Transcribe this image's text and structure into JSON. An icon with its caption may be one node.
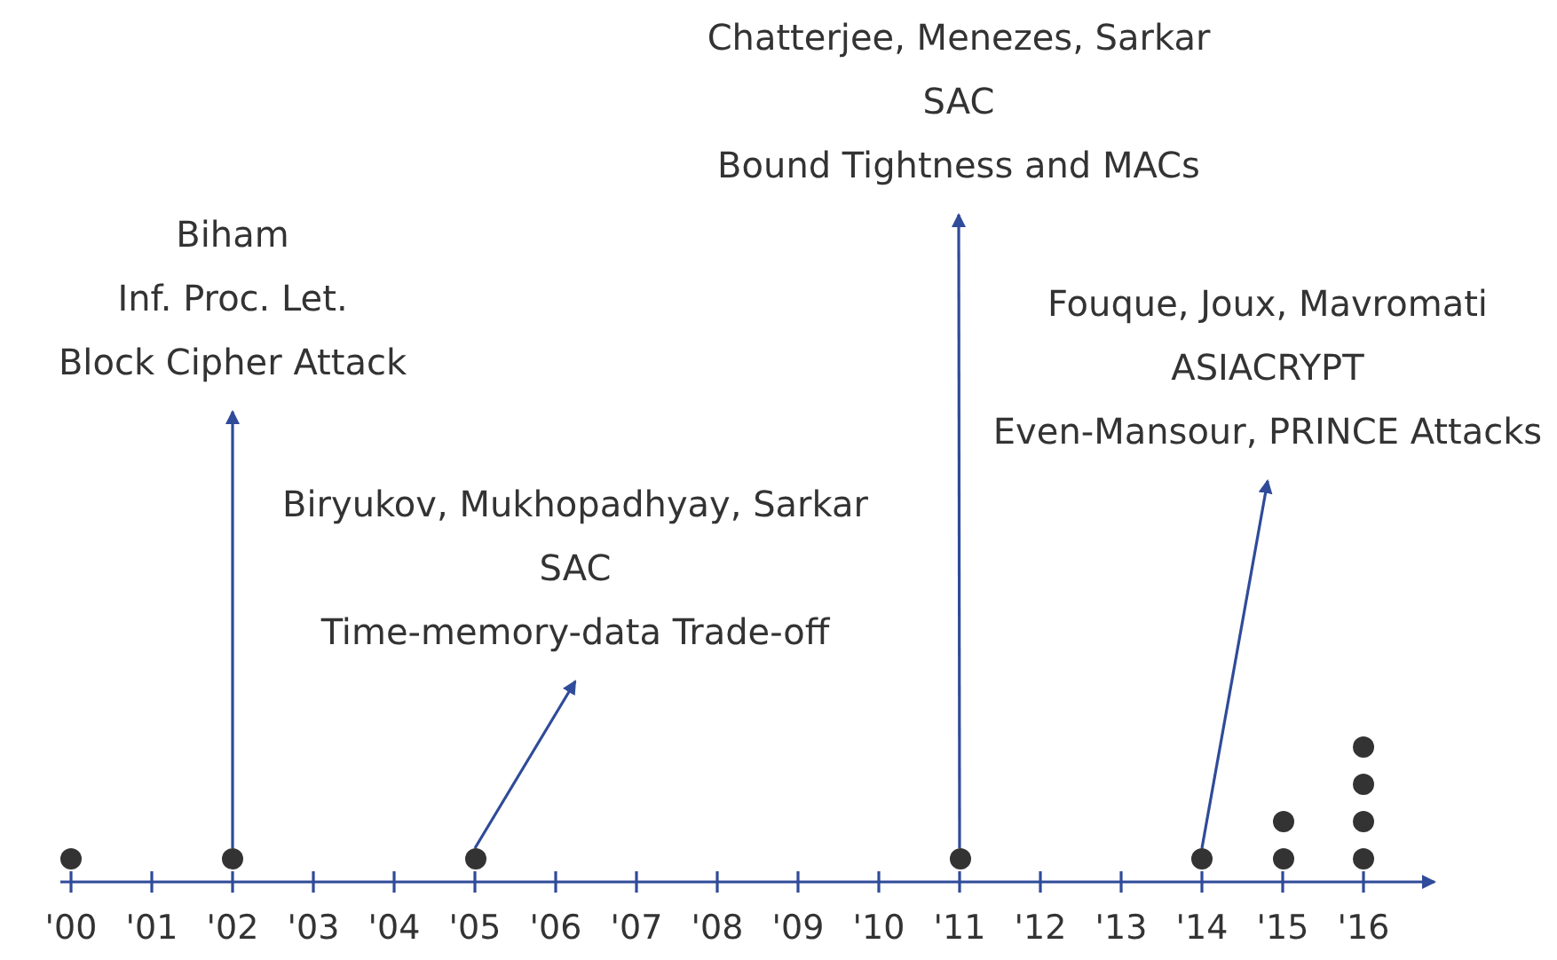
{
  "diagram": {
    "nodes": [
      {
        "text": [
          "Biham",
          "Inf. Proc. Let.",
          "Block Cipher Attack"
        ]
      },
      {
        "text": [
          "Biryukov, Mukhopadhyay, Sarkar",
          "SAC",
          "Time-memory-data Trade-off"
        ]
      },
      {
        "text": [
          "Chatterjee, Menezes, Sarkar",
          "SAC",
          "Bound Tightness and MACs"
        ]
      },
      {
        "text": [
          "Fouque, Joux, Mavromati",
          "ASIACRYPT",
          "Even-Mansour, PRINCE Attacks"
        ]
      },
      {
        "text": [],
        "shape": "circle"
      },
      {
        "text": [],
        "shape": "circle"
      },
      {
        "text": [],
        "shape": "circle"
      },
      {
        "text": [],
        "shape": "circle"
      },
      {
        "text": [],
        "shape": "circle"
      },
      {
        "text": [],
        "shape": "circle"
      },
      {
        "text": [],
        "shape": "circle"
      },
      {
        "text": [],
        "shape": "circle"
      },
      {
        "text": [],
        "shape": "circle"
      },
      {
        "text": [],
        "shape": "circle"
      },
      {
        "text": [],
        "shape": "circle"
      }
    ],
    "edges": [
      {
        "from": 5,
        "to": 0,
        "arrow": "to"
      },
      {
        "from": 6,
        "to": 1,
        "arrow": "to"
      },
      {
        "from": 7,
        "to": 2,
        "arrow": "to"
      },
      {
        "from": 8,
        "to": 3,
        "arrow": "to"
      }
    ],
    "labels": [
      "'00",
      "'01",
      "'02",
      "'03",
      "'04",
      "'05",
      "'06",
      "'07",
      "'08",
      "'09",
      "'10",
      "'11",
      "'12",
      "'13",
      "'14",
      "'15",
      "'16"
    ]
  }
}
